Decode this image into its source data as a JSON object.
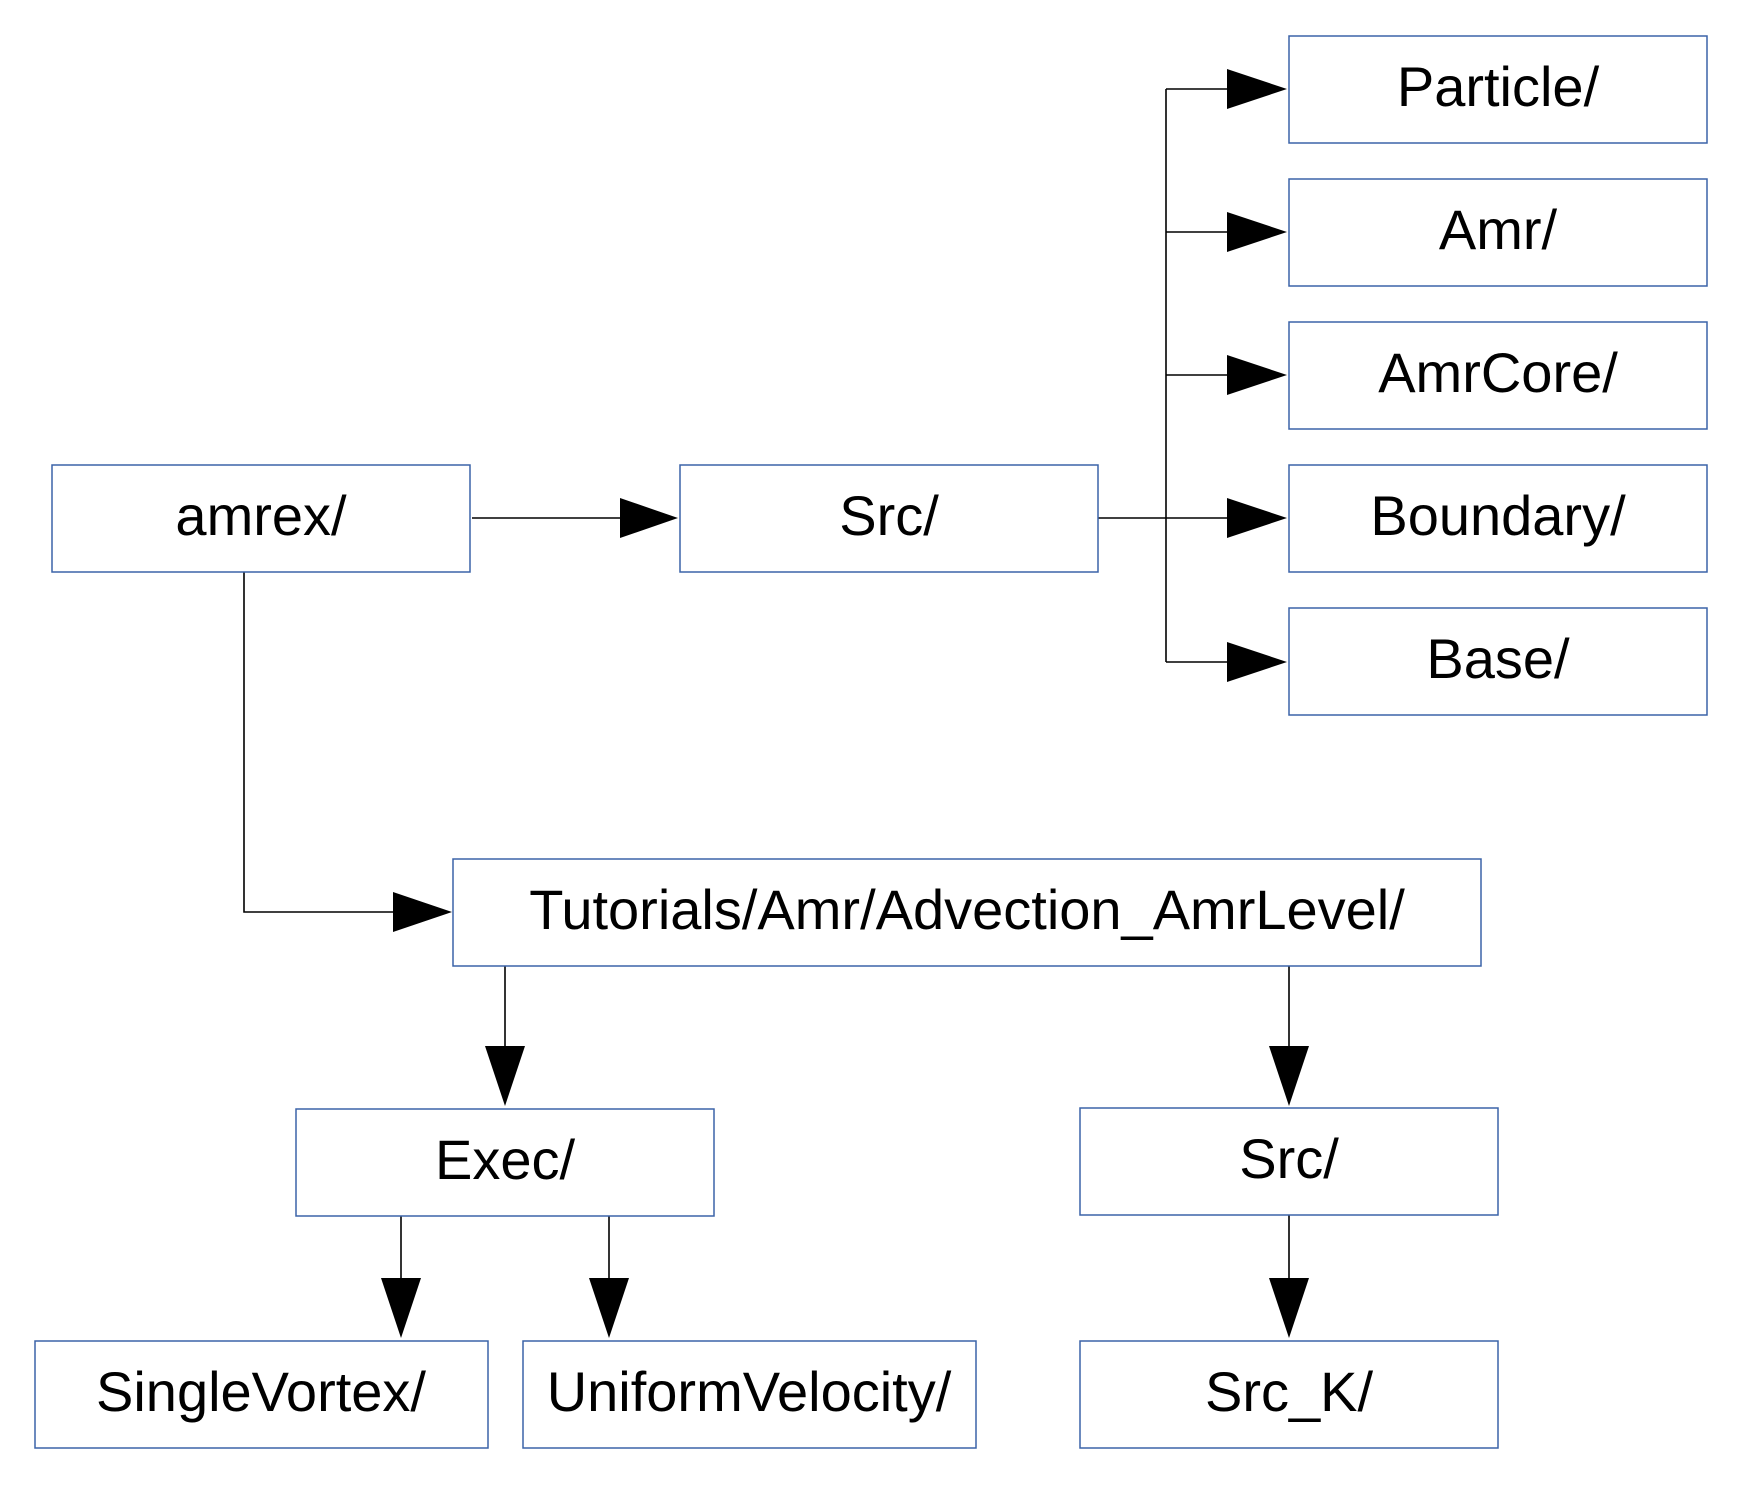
{
  "diagram": {
    "type": "directory-tree",
    "nodes": {
      "amrex": "amrex/",
      "src_top": "Src/",
      "particle": "Particle/",
      "amr": "Amr/",
      "amrcore": "AmrCore/",
      "boundary": "Boundary/",
      "base": "Base/",
      "tutorial": "Tutorials/Amr/Advection_AmrLevel/",
      "exec": "Exec/",
      "src_tut": "Src/",
      "singlevortex": "SingleVortex/",
      "uniformvelocity": "UniformVelocity/",
      "src_k": "Src_K/"
    },
    "edges": [
      {
        "from": "amrex",
        "to": "src_top"
      },
      {
        "from": "src_top",
        "to": "particle"
      },
      {
        "from": "src_top",
        "to": "amr"
      },
      {
        "from": "src_top",
        "to": "amrcore"
      },
      {
        "from": "src_top",
        "to": "boundary"
      },
      {
        "from": "src_top",
        "to": "base"
      },
      {
        "from": "amrex",
        "to": "tutorial"
      },
      {
        "from": "tutorial",
        "to": "exec"
      },
      {
        "from": "tutorial",
        "to": "src_tut"
      },
      {
        "from": "exec",
        "to": "singlevortex"
      },
      {
        "from": "exec",
        "to": "uniformvelocity"
      },
      {
        "from": "src_tut",
        "to": "src_k"
      }
    ],
    "colors": {
      "box_border": "#3b63a8",
      "arrow": "#000000",
      "text": "#000000",
      "background": "#ffffff"
    }
  }
}
